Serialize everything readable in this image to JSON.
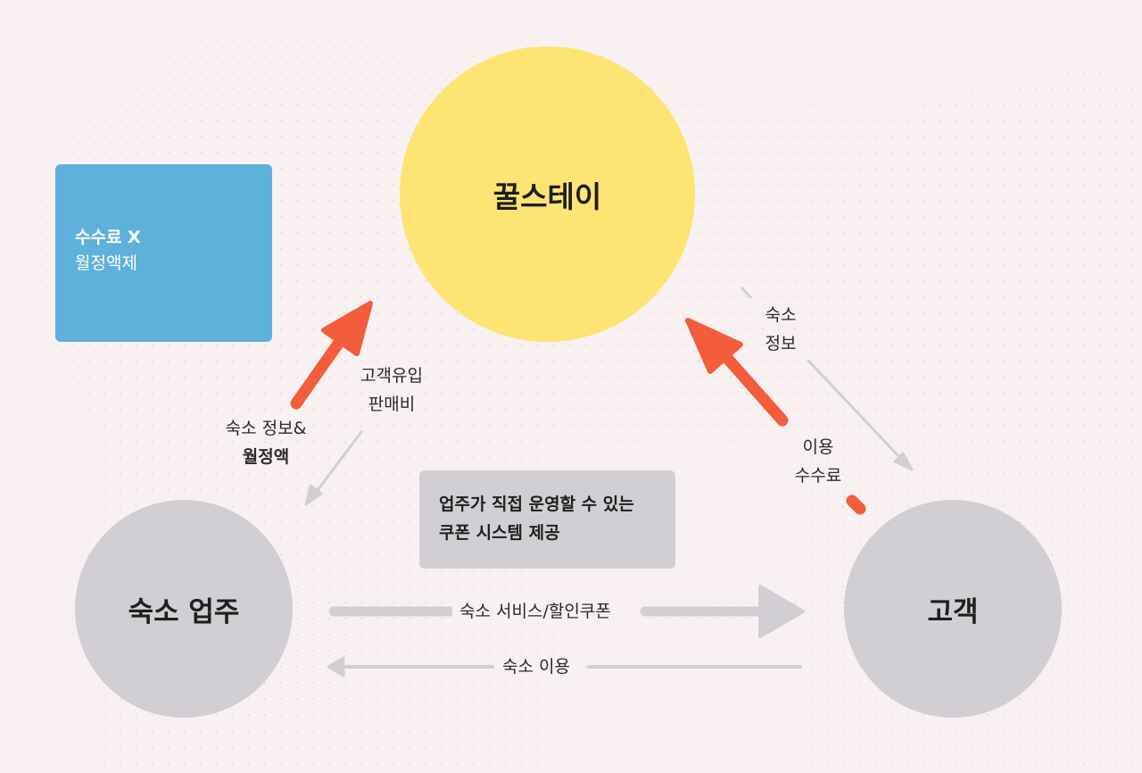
{
  "nodes": {
    "main": "꿀스테이",
    "host": "숙소 업주",
    "customer": "고객"
  },
  "notes": {
    "fee": {
      "line1": "수수료 X",
      "line2": "월정액제"
    },
    "coupon": {
      "line1": "업주가 직접 운영할 수 있는",
      "line2": "쿠폰 시스템 제공"
    }
  },
  "edges": {
    "host_to_main": {
      "line1": "숙소 정보&",
      "line2": "월정액"
    },
    "main_to_host": {
      "line1": "고객유입",
      "line2": "판매비"
    },
    "main_to_customer": {
      "line1": "숙소",
      "line2": "정보"
    },
    "customer_to_main": {
      "line1": "이용",
      "line2": "수수료"
    },
    "host_to_customer": "숙소 서비스/할인쿠폰",
    "customer_to_host": "숙소 이용"
  },
  "colors": {
    "background": "#f9f1f1",
    "main_node": "#fde473",
    "gray_node": "#d1cfd3",
    "fee_note": "#5fb0da",
    "payment_arrow": "#f35d3b",
    "flow_arrow": "#d1cfd3"
  }
}
